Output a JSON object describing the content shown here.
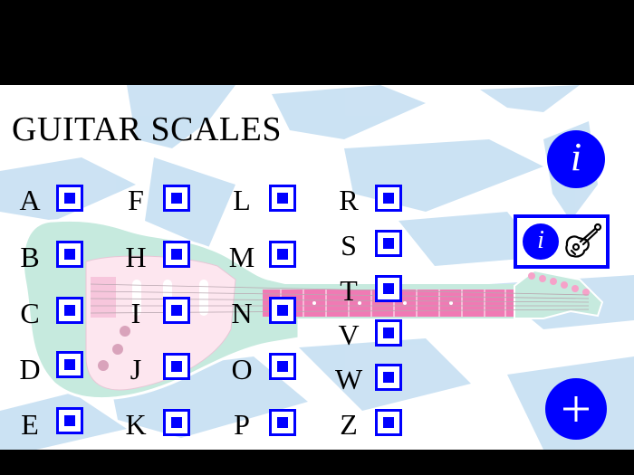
{
  "app": {
    "title": "GUITAR SCALES"
  },
  "scales": {
    "columns": [
      [
        "A",
        "B",
        "C",
        "D",
        "E"
      ],
      [
        "F",
        "H",
        "I",
        "J",
        "K"
      ],
      [
        "L",
        "M",
        "N",
        "O",
        "P"
      ],
      [
        "R",
        "S",
        "T",
        "V",
        "W",
        "Z"
      ]
    ]
  },
  "buttons": {
    "info_glyph": "i",
    "guitar_info_glyph": "i",
    "add_glyph": "+"
  },
  "icons": {
    "info": "info-icon",
    "guitar_info": "guitar-info-icon",
    "guitar": "acoustic-guitar-icon",
    "add": "plus-icon",
    "checkbox": "scale-select-checkbox"
  },
  "colors": {
    "accent": "#0000ff",
    "background": "#ffffff",
    "letterbox": "#000000",
    "guitar_body": "#c6eade",
    "pickguard": "#fde6ef",
    "fretboard": "#f07ab4",
    "brush_strokes": "#b9d8ef"
  }
}
